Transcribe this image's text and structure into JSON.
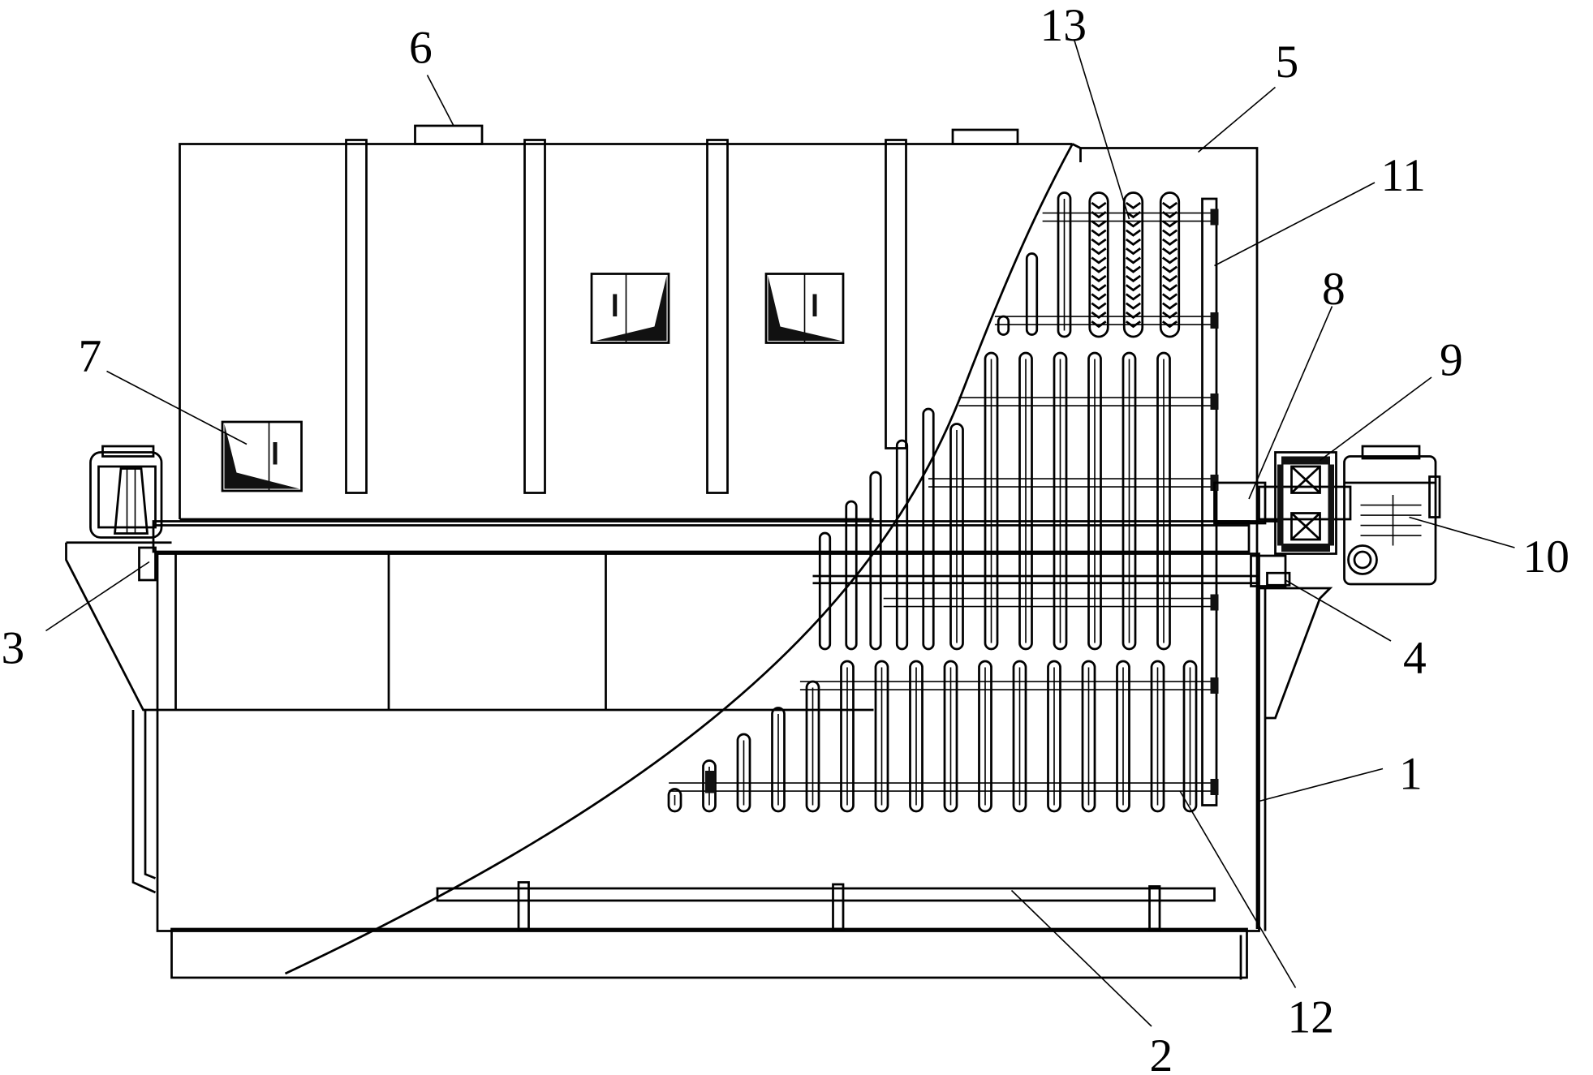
{
  "figure": {
    "labels": {
      "l1": "1",
      "l2": "2",
      "l3": "3",
      "l4": "4",
      "l5": "5",
      "l6": "6",
      "l7": "7",
      "l8": "8",
      "l9": "9",
      "l10": "10",
      "l11": "11",
      "l12": "12",
      "l13": "13"
    }
  }
}
